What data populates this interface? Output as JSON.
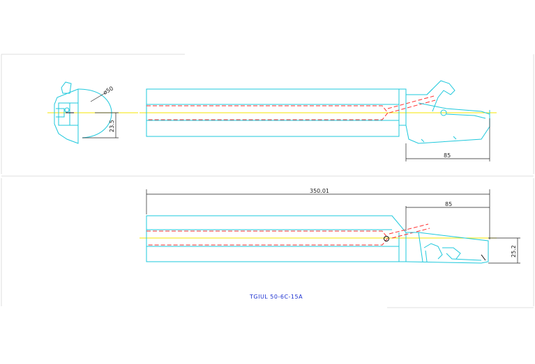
{
  "drawing": {
    "part_number": "TGIUL 50-6C-15A",
    "dimensions": {
      "diameter": "ø50",
      "center_height": "23.5",
      "head_length_top": "85",
      "head_length_bottom": "85",
      "overall_length": "350.01",
      "edge_height": "25.2"
    },
    "colors": {
      "outline": "#1ec8dc",
      "hidden_bore": "#ff3030",
      "centerline": "#f4e600",
      "dimension": "#222222",
      "title": "#1a2fd0"
    }
  }
}
